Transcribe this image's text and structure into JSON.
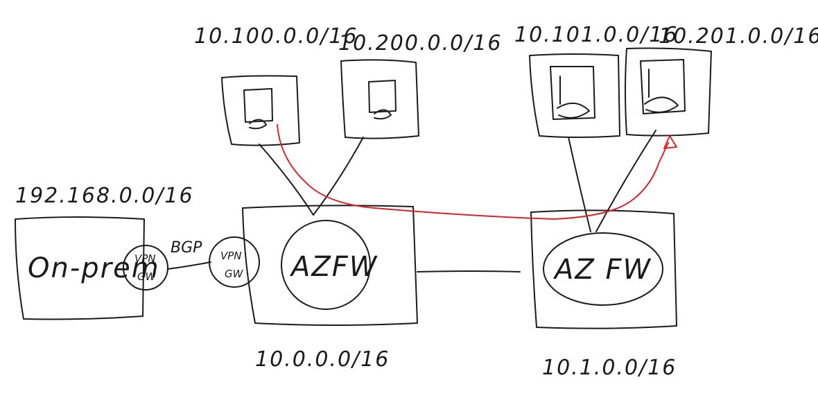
{
  "onprem": {
    "cidr": "192.168.0.0/16",
    "label": "On-prem",
    "vpn_gw": [
      "VPN",
      "GW"
    ]
  },
  "link": {
    "label": "BGP"
  },
  "hub1": {
    "cidr": "10.0.0.0/16",
    "vpn_gw": [
      "VPN",
      "GW"
    ],
    "firewall": "AZFW"
  },
  "hub2": {
    "cidr": "10.1.0.0/16",
    "firewall": "AZ FW"
  },
  "spokes": [
    {
      "cidr": "10.100.0.0/16"
    },
    {
      "cidr": "10.200.0.0/16"
    },
    {
      "cidr": "10.101.0.0/16"
    },
    {
      "cidr": "10.201.0.0/16"
    }
  ],
  "colors": {
    "ink": "#1a1a1a",
    "route": "#d8232a",
    "background": "#ffffff"
  }
}
